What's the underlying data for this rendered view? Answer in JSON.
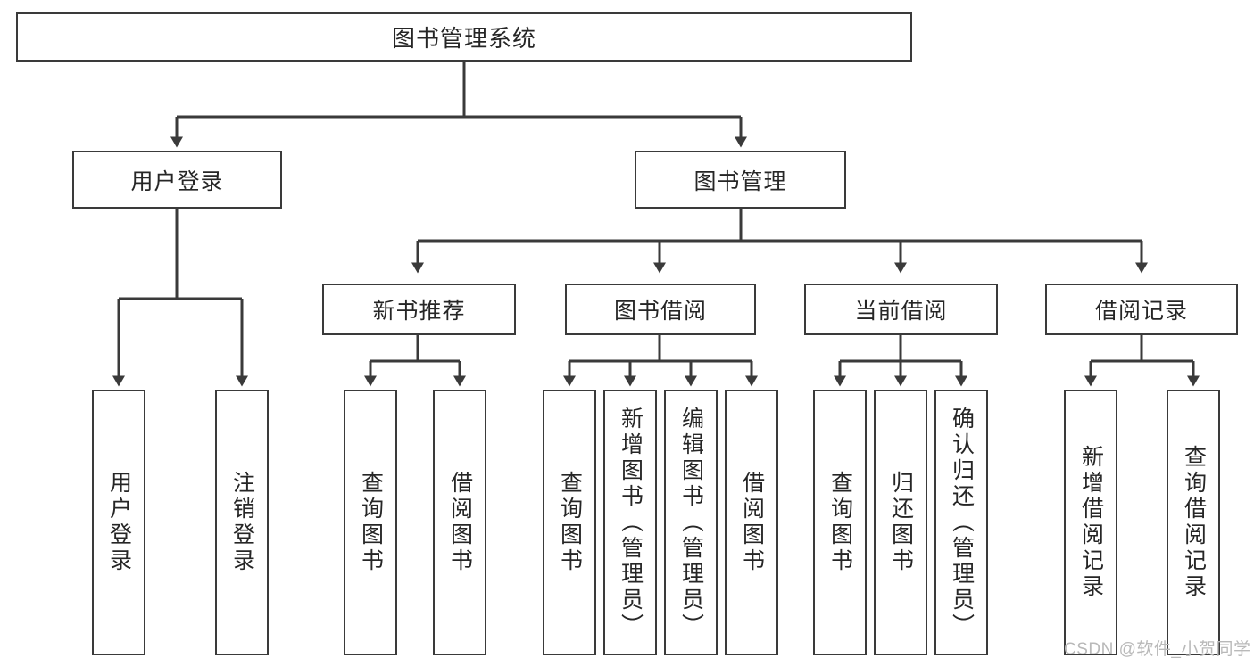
{
  "diagram": {
    "title": "图书管理系统",
    "type": "hierarchy-tree",
    "watermark": "CSDN @软件_小贺同学",
    "colors": {
      "stroke": "#3a3a3a",
      "fill": "#ffffff",
      "text": "#262626",
      "watermark": "#b9b9b9"
    },
    "nodes": {
      "root": {
        "label": "图书管理系统",
        "level": 1
      },
      "level2": [
        {
          "id": "user-login",
          "label": "用户登录"
        },
        {
          "id": "book-manage",
          "label": "图书管理"
        }
      ],
      "level3": [
        {
          "id": "new-book-recommend",
          "label": "新书推荐",
          "parent": "book-manage"
        },
        {
          "id": "book-borrow",
          "label": "图书借阅",
          "parent": "book-manage"
        },
        {
          "id": "current-borrow",
          "label": "当前借阅",
          "parent": "book-manage"
        },
        {
          "id": "borrow-record",
          "label": "借阅记录",
          "parent": "book-manage"
        }
      ],
      "leaves": [
        {
          "id": "leaf-user-login",
          "label": "用户登录",
          "parent": "user-login"
        },
        {
          "id": "leaf-logout-login",
          "label": "注销登录",
          "parent": "user-login"
        },
        {
          "id": "leaf-query-book-1",
          "label": "查询图书",
          "parent": "new-book-recommend"
        },
        {
          "id": "leaf-borrow-book-1",
          "label": "借阅图书",
          "parent": "new-book-recommend"
        },
        {
          "id": "leaf-query-book-2",
          "label": "查询图书",
          "parent": "book-borrow"
        },
        {
          "id": "leaf-add-book",
          "label": "新增图书（管理员）",
          "parent": "book-borrow"
        },
        {
          "id": "leaf-edit-book",
          "label": "编辑图书（管理员）",
          "parent": "book-borrow"
        },
        {
          "id": "leaf-borrow-book-2",
          "label": "借阅图书",
          "parent": "book-borrow"
        },
        {
          "id": "leaf-query-book-3",
          "label": "查询图书",
          "parent": "current-borrow"
        },
        {
          "id": "leaf-return-book",
          "label": "归还图书",
          "parent": "current-borrow"
        },
        {
          "id": "leaf-confirm-return",
          "label": "确认归还（管理员）",
          "parent": "current-borrow"
        },
        {
          "id": "leaf-add-record",
          "label": "新增借阅记录",
          "parent": "borrow-record"
        },
        {
          "id": "leaf-query-record",
          "label": "查询借阅记录",
          "parent": "borrow-record"
        }
      ]
    }
  }
}
